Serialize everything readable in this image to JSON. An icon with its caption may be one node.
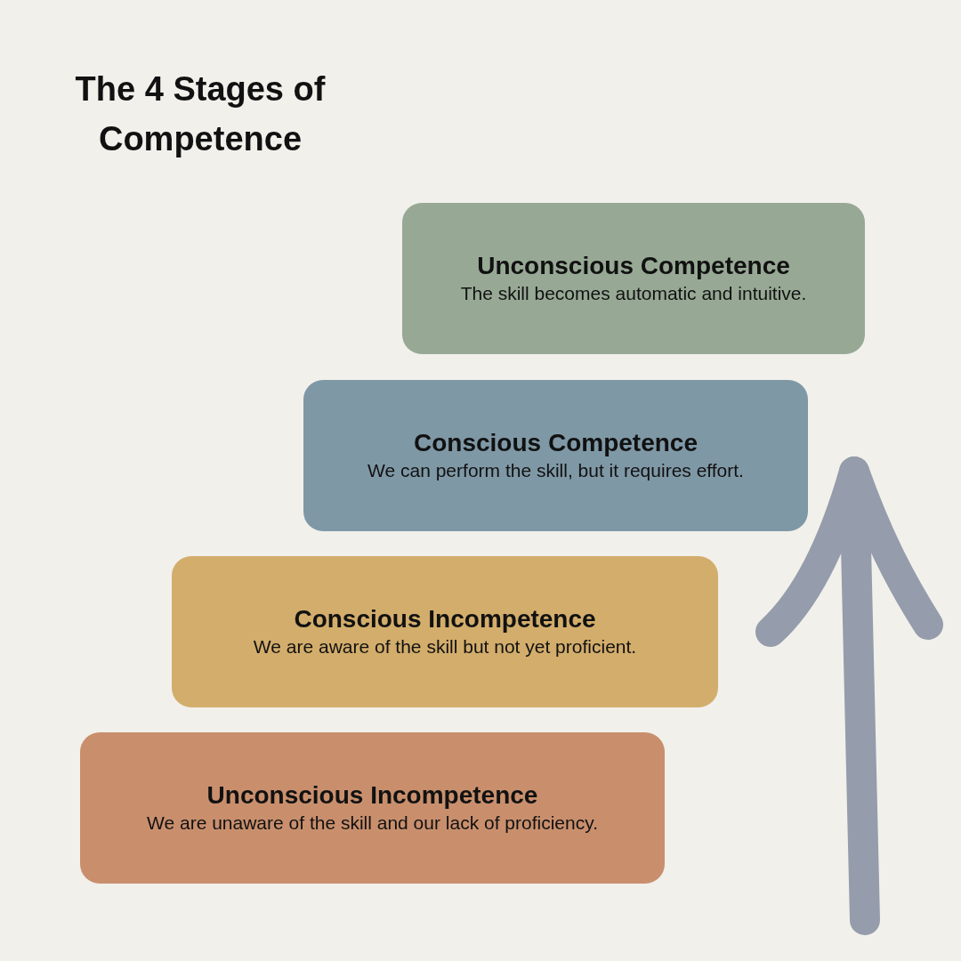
{
  "diagram": {
    "title": "The 4 Stages of Competence",
    "nodes": [
      {
        "text": [
          "Unconscious Competence",
          "The skill becomes automatic and intuitive."
        ]
      },
      {
        "text": [
          "Conscious Competence",
          "We can perform the skill, but it requires effort."
        ]
      },
      {
        "text": [
          "Conscious Incompetence",
          "We are aware of the skill but not yet proficient."
        ]
      },
      {
        "text": [
          "Unconscious Incompetence",
          "We are unaware of the skill and our lack of proficiency."
        ]
      }
    ]
  }
}
